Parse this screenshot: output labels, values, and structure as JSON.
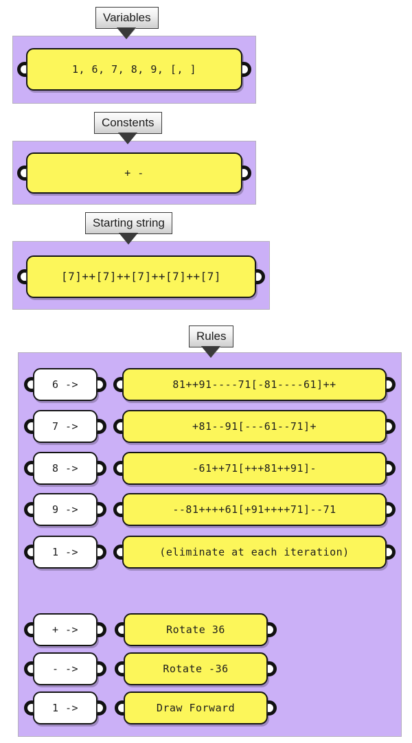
{
  "sections": [
    {
      "id": "variables",
      "label": "Variables",
      "box_value": "1, 6, 7, 8, 9, [, ]"
    },
    {
      "id": "constents",
      "label": "Constents",
      "box_value": "+ -"
    },
    {
      "id": "starting-string",
      "label": "Starting string",
      "box_value": "[7]++[7]++[7]++[7]++[7]"
    },
    {
      "id": "rules",
      "label": "Rules"
    }
  ],
  "rules": {
    "production": [
      {
        "key": "6 ->",
        "value": "81++91----71[-81----61]++"
      },
      {
        "key": "7 ->",
        "value": "+81--91[---61--71]+"
      },
      {
        "key": "8 ->",
        "value": "-61++71[+++81++91]-"
      },
      {
        "key": "9 ->",
        "value": "--81++++61[+91++++71]--71"
      },
      {
        "key": "1 ->",
        "value": "(eliminate at each iteration)"
      }
    ],
    "interpretation": [
      {
        "key": "+ ->",
        "value": "Rotate 36"
      },
      {
        "key": "- ->",
        "value": "Rotate -36"
      },
      {
        "key": "1 ->",
        "value": "Draw Forward"
      }
    ]
  },
  "colors": {
    "panel": "#cbb0f7",
    "node_fill": "#fcf65a",
    "node_fill_alt": "#ffffff",
    "outline": "#141414",
    "callout_border": "#3a3a3a"
  }
}
